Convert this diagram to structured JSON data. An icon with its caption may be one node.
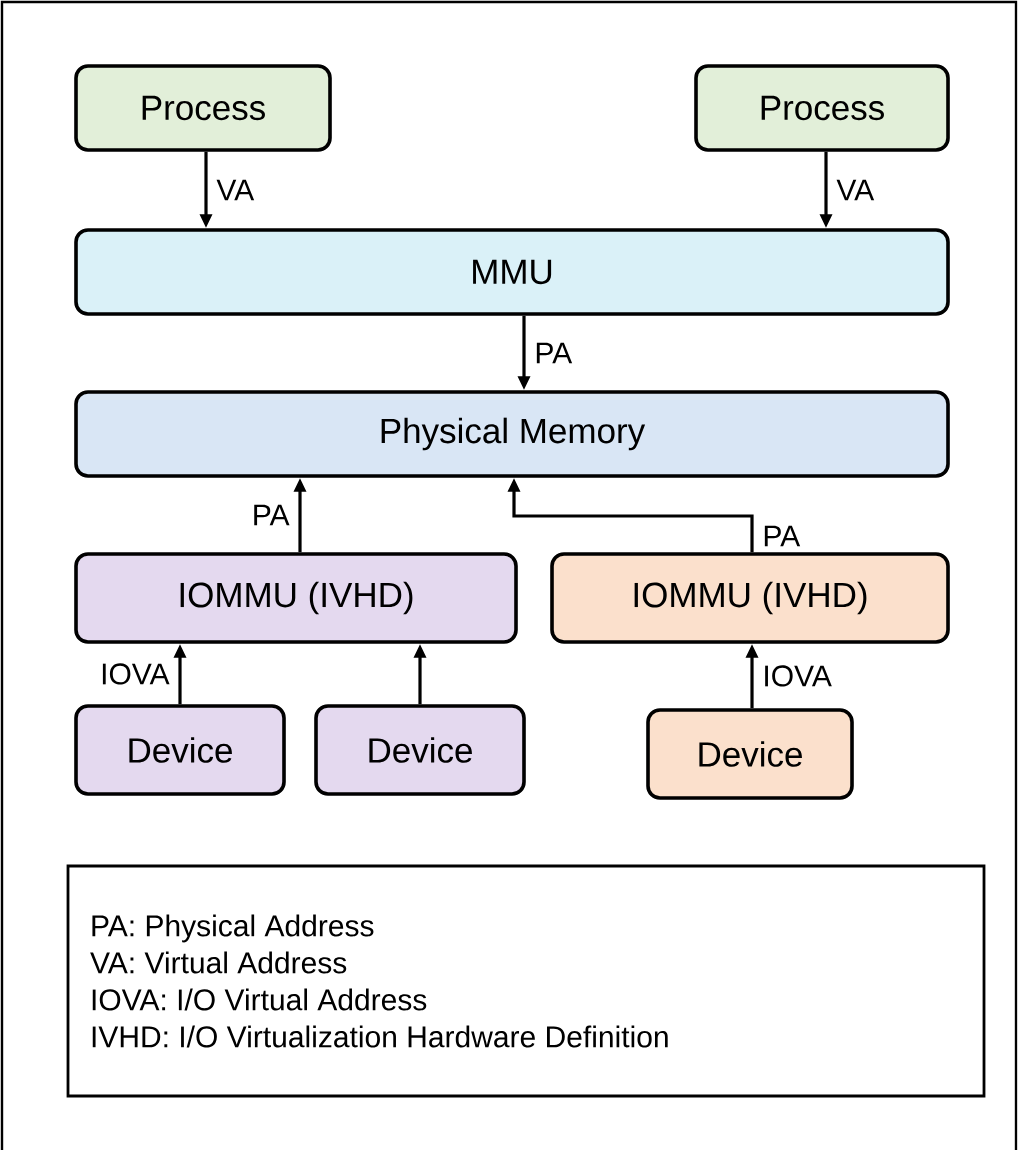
{
  "diagram": {
    "nodes": [
      {
        "text": [
          "Process"
        ]
      },
      {
        "text": [
          "Process"
        ]
      },
      {
        "text": [
          "MMU"
        ]
      },
      {
        "text": [
          "Physical Memory"
        ]
      },
      {
        "text": [
          "IOMMU (IVHD)"
        ]
      },
      {
        "text": [
          "IOMMU (IVHD)"
        ]
      },
      {
        "text": [
          "Device"
        ]
      },
      {
        "text": [
          "Device"
        ]
      },
      {
        "text": [
          "Device"
        ]
      },
      {
        "text": [
          "PA: Physical Address",
          "VA: Virtual Address",
          "IOVA: I/O Virtual Address",
          "IVHD: I/O Virtualization Hardware Definition"
        ]
      }
    ],
    "edges": [
      {
        "from": 0,
        "to": 2,
        "arrow": "to",
        "label": "VA"
      },
      {
        "from": 1,
        "to": 2,
        "arrow": "to",
        "label": "VA"
      },
      {
        "from": 2,
        "to": 3,
        "arrow": "to",
        "label": "PA"
      },
      {
        "from": 4,
        "to": 3,
        "arrow": "to",
        "label": "PA"
      },
      {
        "from": 5,
        "to": 3,
        "arrow": "to",
        "label": "PA"
      },
      {
        "from": 6,
        "to": 4,
        "arrow": "to",
        "label": "IOVA"
      },
      {
        "from": 7,
        "to": 4,
        "arrow": "to"
      },
      {
        "from": 8,
        "to": 5,
        "arrow": "to",
        "label": "IOVA"
      }
    ]
  }
}
